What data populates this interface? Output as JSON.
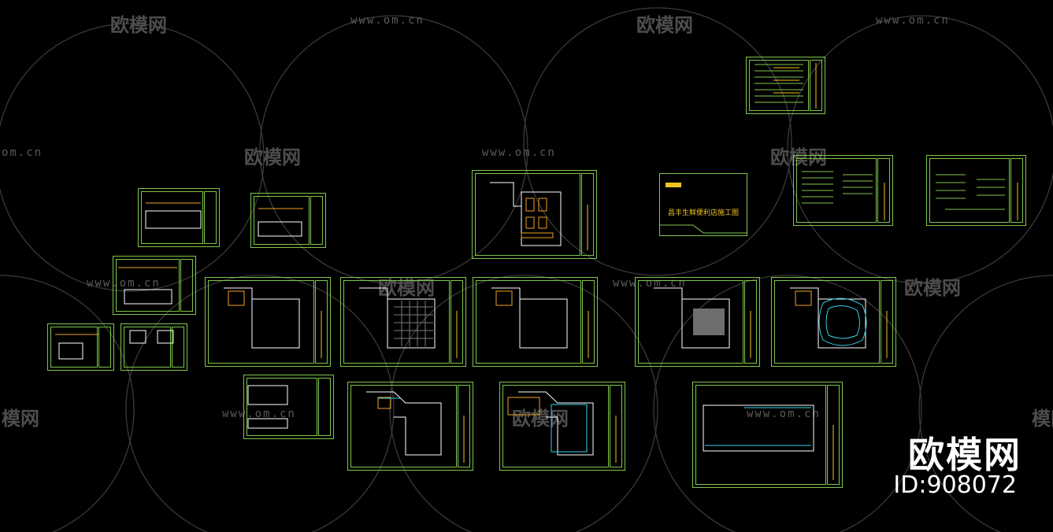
{
  "watermarks": {
    "url_text": "www.om.cn",
    "url_text_edge": "om.cn",
    "brand_text": "欧模网",
    "brand_text_edge": "模网"
  },
  "cover_sheet": {
    "title": "昌丰生鲜便利店施工图"
  },
  "corner_badge": {
    "logo": "欧模网",
    "id": "ID:908072"
  },
  "colors": {
    "background": "#000000",
    "sheet_border": "#7fc64b",
    "accent_yellow": "#f0c420",
    "accent_cyan": "#32d2e6",
    "watermark": "#5a5a5a"
  }
}
